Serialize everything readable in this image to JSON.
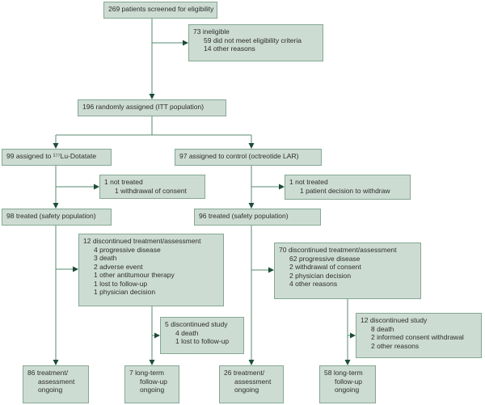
{
  "figure": {
    "title": "Trial profile flow diagram",
    "colors": {
      "box_fill": "#cddcd3",
      "box_border": "#84a793",
      "connector_line": "#5b8871",
      "arrowhead": "#1d4d37",
      "text": "#2d2d2d",
      "background": "#ffffff"
    },
    "boxes": {
      "screened": {
        "lines": [
          "269 patients screened for eligibility"
        ]
      },
      "ineligible": {
        "lines": [
          "73 ineligible",
          "59 did not meet eligibility criteria",
          "14 other reasons"
        ]
      },
      "randomized": {
        "lines": [
          "196 randomly assigned (ITT population)"
        ]
      },
      "arm_lu": {
        "lines": [
          "99 assigned to ¹⁷⁷Lu-Dotatate"
        ]
      },
      "arm_control": {
        "lines": [
          "97 assigned to control (octreotide LAR)"
        ]
      },
      "lu_not_treated": {
        "lines": [
          "1 not treated",
          "1 withdrawal of consent"
        ]
      },
      "control_not_treated": {
        "lines": [
          "1 not treated",
          "1 patient decision to withdraw"
        ]
      },
      "lu_treated": {
        "lines": [
          "98 treated (safety population)"
        ]
      },
      "control_treated": {
        "lines": [
          "96 treated (safety population)"
        ]
      },
      "lu_discontinued": {
        "lines": [
          "12 discontinued treatment/assessment",
          "4 progressive disease",
          "3 death",
          "2 adverse event",
          "1 other antitumour therapy",
          "1 lost to follow-up",
          "1 physician decision"
        ]
      },
      "control_discontinued": {
        "lines": [
          "70 discontinued treatment/assessment",
          "62 progressive disease",
          "2 withdrawal of consent",
          "2 physician decision",
          "4 other reasons"
        ]
      },
      "lu_disc_study": {
        "lines": [
          "5 discontinued study",
          "4 death",
          "1 lost to follow-up"
        ]
      },
      "control_disc_study": {
        "lines": [
          "12 discontinued study",
          "8 death",
          "2 informed consent withdrawal",
          "2 other reasons"
        ]
      },
      "lu_ongoing_treatment": {
        "lines": [
          "86 treatment/",
          "assessment",
          "ongoing"
        ]
      },
      "lu_ongoing_followup": {
        "lines": [
          "7 long-term",
          "follow-up",
          "ongoing"
        ]
      },
      "control_ongoing_treatment": {
        "lines": [
          "26 treatment/",
          "assessment",
          "ongoing"
        ]
      },
      "control_ongoing_followup": {
        "lines": [
          "58 long-term",
          "follow-up",
          "ongoing"
        ]
      }
    }
  }
}
